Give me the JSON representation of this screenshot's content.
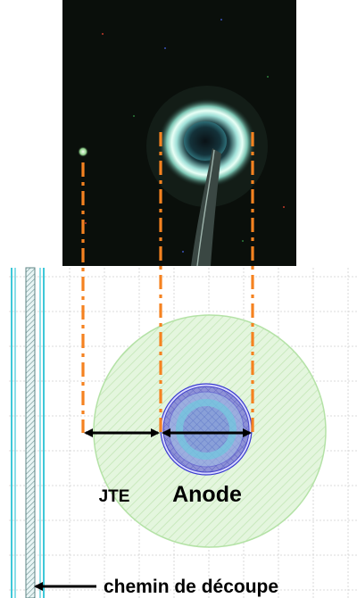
{
  "labels": {
    "jte": "JTE",
    "anode": "Anode",
    "cut_path": "chemin de découpe"
  },
  "colors": {
    "photo_background": "#0a0f0b",
    "leader_lines": "#f58220",
    "arrows": "#000000",
    "jte_zone": "#cfeec4",
    "anode_zone": "#9a9ad8",
    "cut_lines": "#3ec8d8",
    "grid": "#c9c9c9"
  }
}
